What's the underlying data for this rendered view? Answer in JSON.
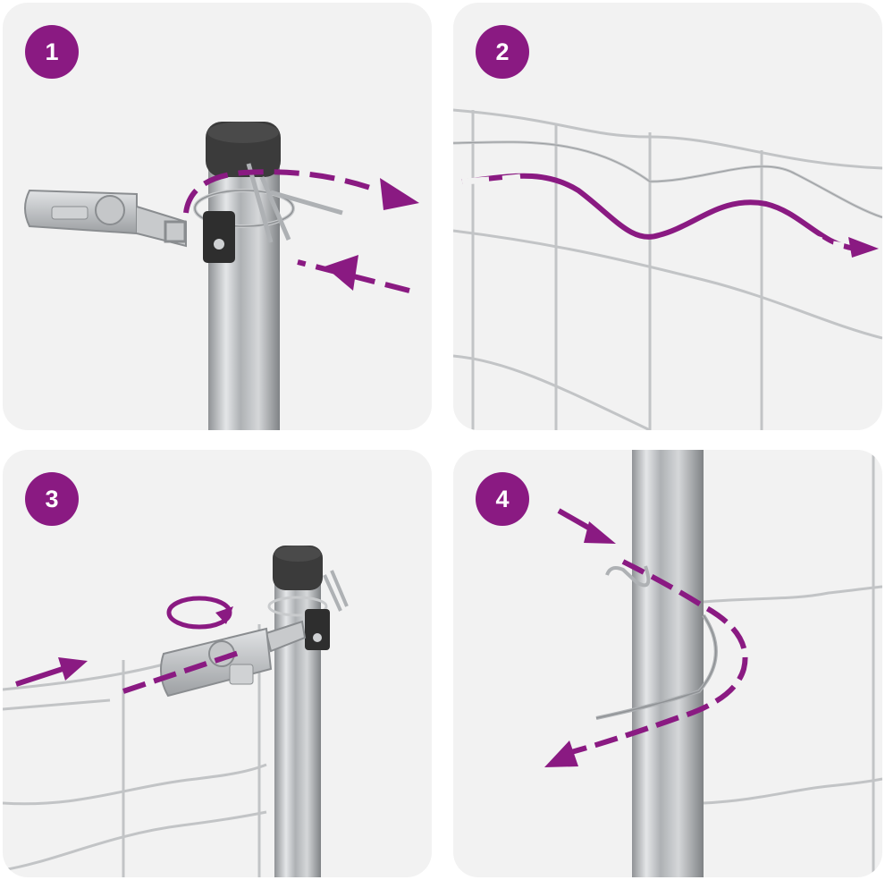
{
  "colors": {
    "accent": "#8a1a82",
    "panel_background": "#f2f2f2",
    "metal": "#b9bcbf",
    "cap": "#3b3b3b"
  },
  "steps": [
    {
      "number": "1"
    },
    {
      "number": "2"
    },
    {
      "number": "3"
    },
    {
      "number": "4"
    }
  ]
}
